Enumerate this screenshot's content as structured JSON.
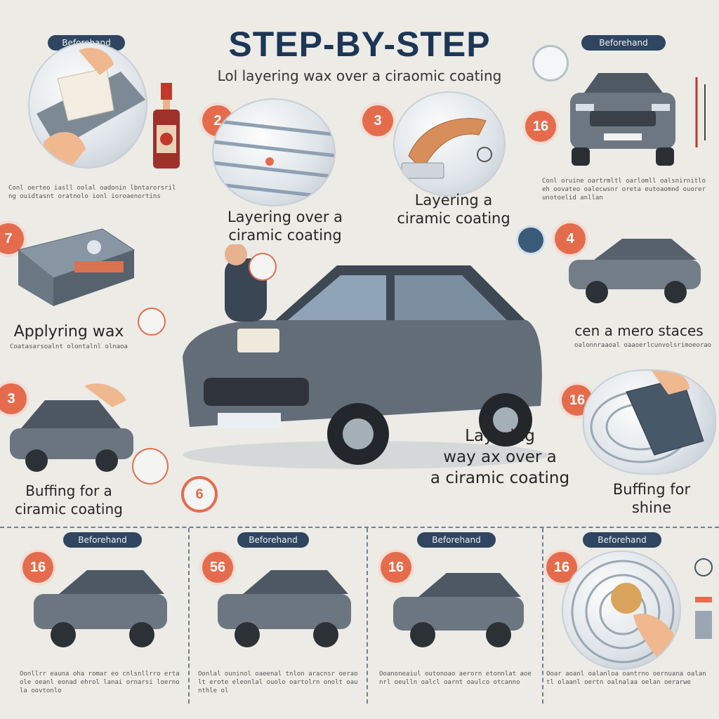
{
  "header": {
    "title": "STEP-BY-STEP",
    "subtitle": "Lol layering wax over a ciraomic coating"
  },
  "pills": {
    "top_left": "Beforehand",
    "top_right": "Beforehand",
    "bottom_1": "Beforehand",
    "bottom_2": "Beforehand",
    "bottom_3": "Beforehand",
    "bottom_4": "Beforehand"
  },
  "badges": {
    "step_2": "2",
    "step_3": "3",
    "top_right": "16",
    "left_1": "7",
    "right_4": "4",
    "left_3": "3",
    "right_16": "16",
    "center_6": "6",
    "bottom_1": "16",
    "bottom_2": "56",
    "bottom_3": "16",
    "bottom_4": "16"
  },
  "labels": {
    "step2_label_line1": "Layering over a",
    "step2_label_line2": "ciramic coating",
    "step3_label_line1": "Layering a",
    "step3_label_line2": "ciramic coating",
    "applying_wax": "Applyring wax",
    "right_mid": "cen a mero staces",
    "buffing_left_line1": "Buffing for a",
    "buffing_left_line2": "ciramic coating",
    "center_right_line1": "Layering",
    "center_right_line2": "way ax over a",
    "center_right_line3": "a ciramic coating",
    "buffing_right_line1": "Buffing for",
    "buffing_right_line2": "shine"
  },
  "captions": {
    "top_left": "Conl oerteo iasll oolal oadonin lbntarorsrilng ouidtasnt oratnolo ionl ioroaenortins",
    "top_right": "Conl oruine oartrmltl oarlomll oalsnirnitloeh oovateo oalecwsnr oreta eutoaomnd ouorerunotoelid anllan",
    "left_mid": "Coatasarsoalnt olontalnl olnaoa",
    "right_mid": "oalonnraaoal oaaoerlcunvolsrimoeoraot",
    "bottom_1": "Oonllrr eauna oha romar eo cnlsnllrro ertaole oeanl eonad ehrol lanai ornarsi loernola oovtonlo",
    "bottom_2": "Oonlal ouninol oaeenal tnlon aracnsr oeraolt erote eleonlal ouolo oartolrn onolt oaunthle ol",
    "bottom_3": "Ooanoneaiul outonoao aerorn etonnlat aoenrl oeulln oalcl oarnt oaulco otcanno",
    "bottom_4": "Ooar aoanl oalanloa oantrno oernuana oalantl olaanl oertn oalnalaa oelan oerarwe"
  },
  "colors": {
    "accent": "#e46c4d",
    "navy": "#1d3656",
    "background": "#ecebe6",
    "car_body": "#5d6670"
  }
}
